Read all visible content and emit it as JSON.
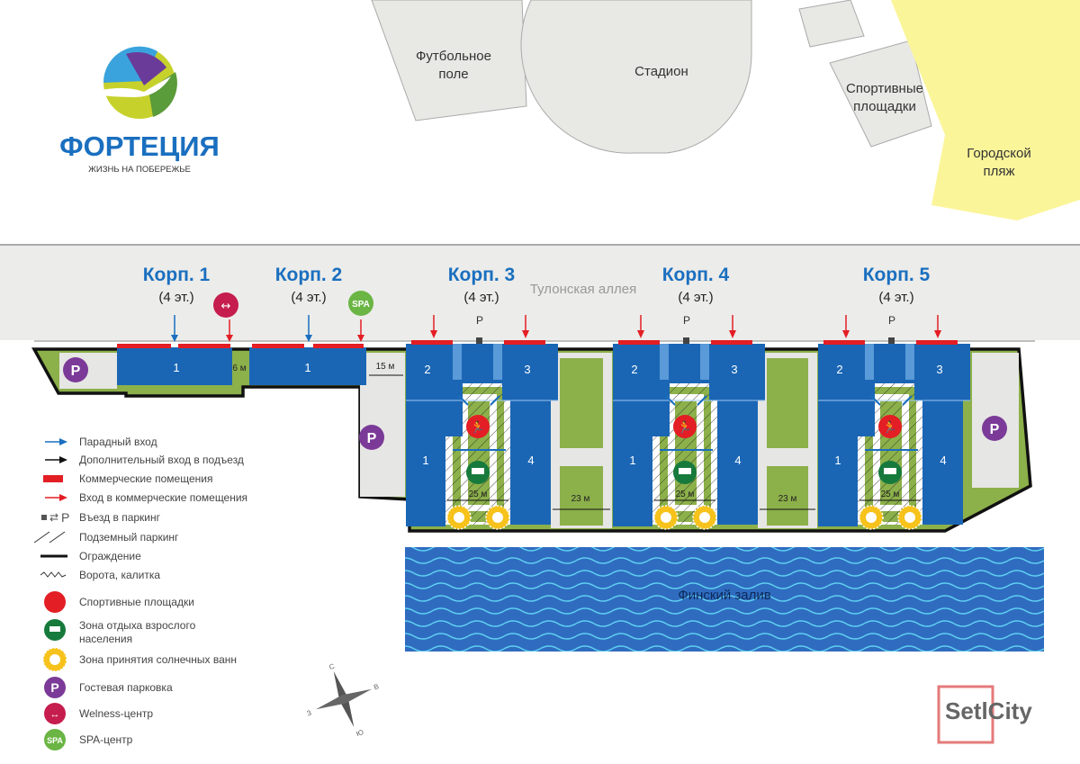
{
  "logo": {
    "title": "ФОРТЕЦИЯ",
    "subtitle": "ЖИЗНЬ НА ПОБЕРЕЖЬЕ"
  },
  "surroundings": {
    "football_line1": "Футбольное",
    "football_line2": "поле",
    "stadium": "Стадион",
    "sports_line1": "Спортивные",
    "sports_line2": "площадки",
    "beach_line1": "Городской",
    "beach_line2": "пляж",
    "alley": "Тулонская аллея",
    "gulf": "Финский залив"
  },
  "buildings": [
    {
      "name": "Корп. 1",
      "floors": "(4 эт.)",
      "unit": "1"
    },
    {
      "name": "Корп. 2",
      "floors": "(4 эт.)",
      "unit": "1"
    },
    {
      "name": "Корп. 3",
      "floors": "(4 эт.)",
      "units": [
        "1",
        "2",
        "3",
        "4"
      ]
    },
    {
      "name": "Корп. 4",
      "floors": "(4 эт.)",
      "units": [
        "1",
        "2",
        "3",
        "4"
      ]
    },
    {
      "name": "Корп. 5",
      "floors": "(4 эт.)",
      "units": [
        "1",
        "2",
        "3",
        "4"
      ]
    }
  ],
  "dimensions": {
    "gap_6": "6 м",
    "gap_15": "15 м",
    "gap_23": "23 м",
    "court_25": "25 м"
  },
  "parking_label": "P",
  "spa_label": "SPA",
  "legend": [
    {
      "icon": "blue-arrow-icon",
      "label": "Парадный вход"
    },
    {
      "icon": "black-arrow-icon",
      "label": "Дополнительный вход в подъезд"
    },
    {
      "icon": "red-bar-icon",
      "label": "Коммерческие помещения"
    },
    {
      "icon": "red-arrow-icon",
      "label": "Вход в коммерческие помещения"
    },
    {
      "icon": "parking-entry-icon",
      "label": "Въезд в паркинг"
    },
    {
      "icon": "hatch-icon",
      "label": "Подземный паркинг"
    },
    {
      "icon": "fence-icon",
      "label": "Ограждение"
    },
    {
      "icon": "gate-icon",
      "label": "Ворота, калитка"
    },
    {
      "icon": "sport-icon",
      "label": "Спортивные площадки"
    },
    {
      "icon": "bench-icon",
      "label_line1": "Зона отдыха взрослого",
      "label_line2": "населения"
    },
    {
      "icon": "sun-icon",
      "label": "Зона принятия солнечных ванн"
    },
    {
      "icon": "parking-icon",
      "label": "Гостевая парковка"
    },
    {
      "icon": "wellness-icon",
      "label": "Welness-центр"
    },
    {
      "icon": "spa-icon",
      "label": "SPA-центр"
    }
  ],
  "compass": {
    "n": "С",
    "e": "В",
    "s": "Ю",
    "w": "З"
  },
  "watermark": "SetlCity",
  "colors": {
    "building": "#1a66b5",
    "green": "#8cb04a",
    "commercial": "#e31e24",
    "road": "#ececea",
    "gulf": "#2f6cc0",
    "beach": "#fbf59a",
    "parking": "#7b3a97",
    "spa": "#6ab544"
  }
}
